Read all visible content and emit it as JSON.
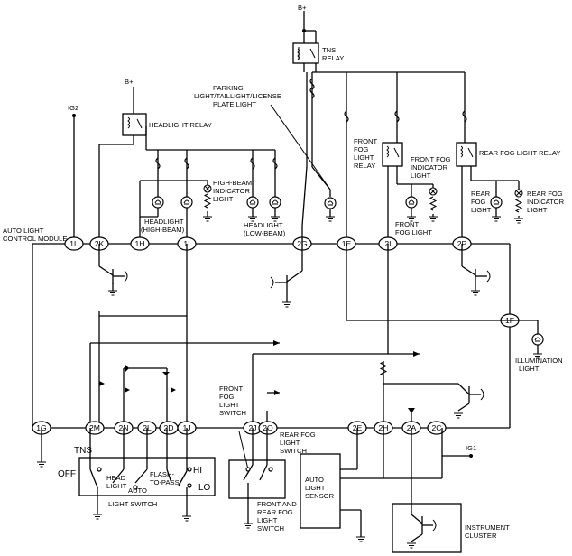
{
  "power": {
    "bplus_top": "B+",
    "bplus_left": "B+",
    "ig2": "IG2",
    "ig1": "IG1"
  },
  "module": {
    "label_l1": "AUTO LIGHT",
    "label_l2": "CONTROL MODULE"
  },
  "pins_top": [
    "1L",
    "2K",
    "1H",
    "1I",
    "2G",
    "1E",
    "2I",
    "2P"
  ],
  "pin_1f": "1F",
  "pins_bottom": [
    "1G",
    "2M",
    "2N",
    "2L",
    "2D",
    "1J",
    "2J",
    "2O",
    "2E",
    "2H",
    "2A",
    "2C"
  ],
  "relays": {
    "tns_l1": "TNS",
    "tns_l2": "RELAY",
    "headlight": "HEADLIGHT RELAY",
    "ffog_l1": "FRONT",
    "ffog_l2": "FOG",
    "ffog_l3": "LIGHT",
    "ffog_l4": "RELAY",
    "rfog": "REAR FOG LIGHT RELAY"
  },
  "lamps": {
    "parking_l1": "PARKING",
    "parking_l2": "LIGHT/TAILLIGHT/LICENSE",
    "parking_l3": "PLATE LIGHT",
    "hb_ind_l1": "HIGH-BEAM",
    "hb_ind_l2": "INDICATOR",
    "hb_ind_l3": "LIGHT",
    "hl_high_l1": "HEADLIGHT",
    "hl_high_l2": "(HIGH-BEAM)",
    "hl_low_l1": "HEADLIGHT",
    "hl_low_l2": "(LOW-BEAM)",
    "ffog_ind_l1": "FRONT FOG",
    "ffog_ind_l2": "INDICATOR",
    "ffog_ind_l3": "LIGHT",
    "ffog_light_l1": "FRONT",
    "ffog_light_l2": "FOG LIGHT",
    "rfog_light_l1": "REAR",
    "rfog_light_l2": "FOG",
    "rfog_light_l3": "LIGHT",
    "rfog_ind_l1": "REAR FOG",
    "rfog_ind_l2": "INDICATOR",
    "rfog_ind_l3": "LIGHT",
    "illum_l1": "ILLUMINATION",
    "illum_l2": "LIGHT"
  },
  "switches": {
    "tns": "TNS",
    "off": "OFF",
    "head_l1": "HEAD",
    "head_l2": "LIGHT",
    "auto": "AUTO",
    "flash_l1": "FLASH-",
    "flash_l2": "TO-PASS",
    "hi": "HI",
    "lo": "LO",
    "light_switch": "LIGHT SWITCH",
    "ffog_sw_l1": "FRONT",
    "ffog_sw_l2": "FOG",
    "ffog_sw_l3": "LIGHT",
    "ffog_sw_l4": "SWITCH",
    "rfog_sw_l1": "REAR FOG",
    "rfog_sw_l2": "LIGHT",
    "rfog_sw_l3": "SWITCH",
    "fr_sw_l1": "FRONT AND",
    "fr_sw_l2": "REAR FOG",
    "fr_sw_l3": "LIGHT",
    "fr_sw_l4": "SWITCH"
  },
  "sensor": {
    "l1": "AUTO",
    "l2": "LIGHT",
    "l3": "SENSOR"
  },
  "cluster": {
    "l1": "INSTRUMENT",
    "l2": "CLUSTER"
  }
}
